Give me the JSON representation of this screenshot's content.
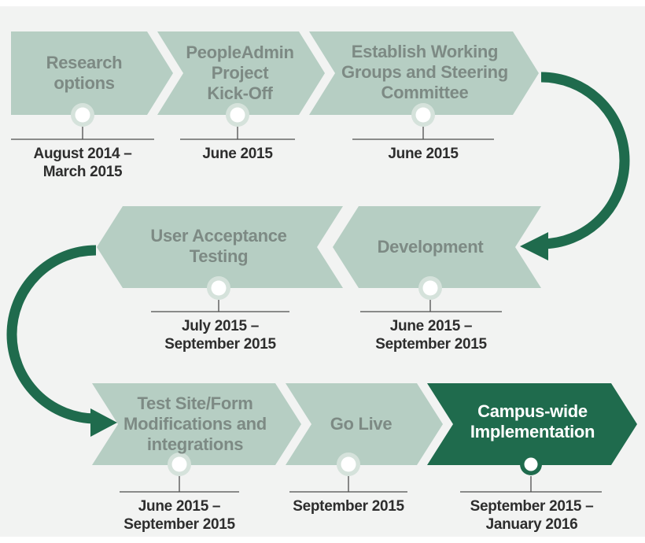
{
  "colors": {
    "background": "#f2f3f2",
    "border-white": "#ffffff",
    "chevron-light": "#b6cec3",
    "chevron-dark": "#1f6b4d",
    "ring-light": "#d5e2db",
    "ring-dark": "#1f6b4d",
    "arrow-green": "#1f6b4d",
    "connector-line": "#4d4d4d",
    "label-gray": "#7d8a84",
    "label-white": "#ffffff",
    "date-text": "#2d2d2d"
  },
  "steps": [
    {
      "label": "Research\noptions",
      "date": "August 2014 –\nMarch 2015"
    },
    {
      "label": "PeopleAdmin\nProject\nKick-Off",
      "date": "June 2015"
    },
    {
      "label": "Establish Working\nGroups and Steering\nCommittee",
      "date": "June 2015"
    },
    {
      "label": "User Acceptance\nTesting",
      "date": "July 2015 –\nSeptember 2015"
    },
    {
      "label": "Development",
      "date": "June 2015 –\nSeptember 2015"
    },
    {
      "label": "Test Site/Form\nModifications and\nintegrations",
      "date": "June 2015 –\nSeptember 2015"
    },
    {
      "label": "Go Live",
      "date": "September 2015"
    },
    {
      "label": "Campus-wide\nImplementation",
      "date": "September 2015 –\nJanuary 2016"
    }
  ]
}
